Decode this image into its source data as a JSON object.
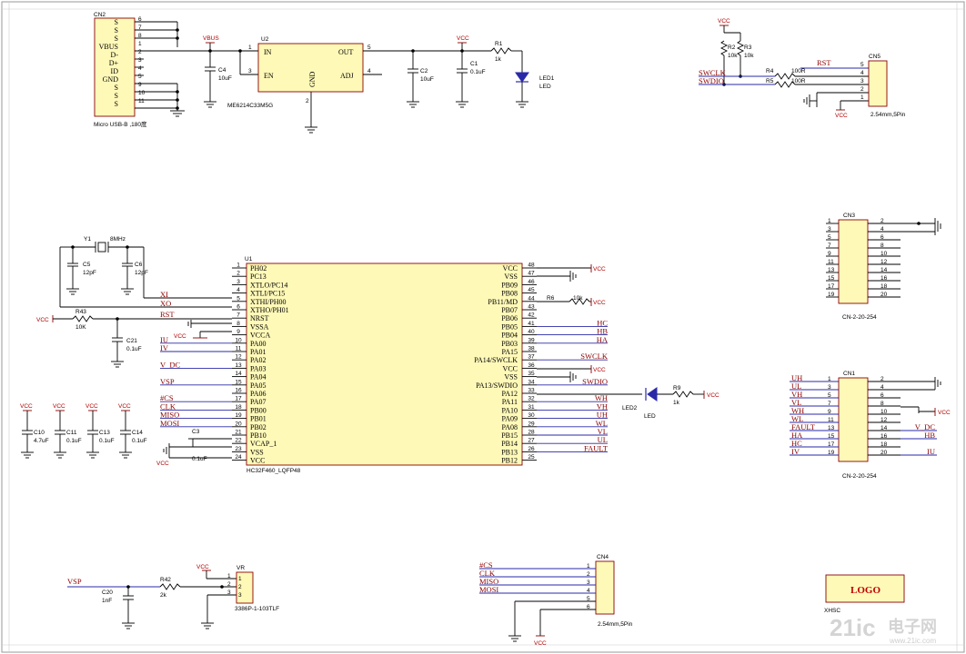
{
  "usb": {
    "ref": "CN2",
    "pins": [
      {
        "name": "S",
        "num": "6"
      },
      {
        "name": "S",
        "num": "7"
      },
      {
        "name": "S",
        "num": "8"
      },
      {
        "name": "VBUS",
        "num": "1"
      },
      {
        "name": "D-",
        "num": "2"
      },
      {
        "name": "D+",
        "num": "3"
      },
      {
        "name": "ID",
        "num": "4"
      },
      {
        "name": "GND",
        "num": "5"
      },
      {
        "name": "S",
        "num": "9"
      },
      {
        "name": "S",
        "num": "10"
      },
      {
        "name": "S",
        "num": "11"
      }
    ],
    "label": "Micro USB-B ,180度"
  },
  "ldo": {
    "ref": "U2",
    "part": "ME6214C33M5G",
    "pins_left": [
      {
        "name": "IN",
        "num": "1"
      },
      {
        "name": "EN",
        "num": "3"
      }
    ],
    "pins_right": [
      {
        "name": "OUT",
        "num": "5"
      },
      {
        "name": "ADJ",
        "num": "4"
      }
    ],
    "pin_bottom": {
      "name": "GND",
      "num": "2"
    }
  },
  "power_caps": {
    "c4": {
      "ref": "C4",
      "value": "10uF"
    },
    "c2": {
      "ref": "C2",
      "value": "10uF"
    },
    "c1": {
      "ref": "C1",
      "value": "0.1uF"
    }
  },
  "power_leds": {
    "r1": {
      "ref": "R1",
      "value": "1k"
    },
    "led1": {
      "ref": "LED1",
      "value": "LED"
    }
  },
  "net_vbus": "VBUS",
  "net_vcc": "VCC",
  "swd": {
    "r2": {
      "ref": "R2",
      "value": "10k"
    },
    "r3": {
      "ref": "R3",
      "value": "10k"
    },
    "r4": {
      "ref": "R4",
      "value": "100R"
    },
    "r5": {
      "ref": "R5",
      "value": "100R"
    },
    "swclk": "SWCLK",
    "swdio": "SWDIO",
    "rst": "RST",
    "header": {
      "ref": "CN5",
      "pins": [
        "5",
        "4",
        "3",
        "2",
        "1"
      ],
      "label": "2.54mm,5Pin"
    }
  },
  "crystal": {
    "ref": "Y1",
    "freq": "8MHz",
    "c5": {
      "ref": "C5",
      "value": "12pF"
    },
    "c6": {
      "ref": "C6",
      "value": "12pF"
    },
    "xi": "XI",
    "xo": "XO"
  },
  "reset": {
    "r43": {
      "ref": "R43",
      "value": "10K"
    },
    "c21": {
      "ref": "C21",
      "value": "0.1uF"
    },
    "rst": "RST"
  },
  "mcu": {
    "ref": "U1",
    "part": "HC32F460_LQFP48",
    "left_pins": [
      {
        "num": "1",
        "name": "PH02",
        "net": ""
      },
      {
        "num": "2",
        "name": "PC13",
        "net": ""
      },
      {
        "num": "3",
        "name": "XTLO/PC14",
        "net": ""
      },
      {
        "num": "4",
        "name": "XTLI/PC15",
        "net": ""
      },
      {
        "num": "5",
        "name": "XTHI/PH00",
        "net": "XI"
      },
      {
        "num": "6",
        "name": "XTHO/PH01",
        "net": "XO"
      },
      {
        "num": "7",
        "name": "NRST",
        "net": "RST"
      },
      {
        "num": "8",
        "name": "VSSA",
        "net": ""
      },
      {
        "num": "9",
        "name": "VCCA",
        "net": ""
      },
      {
        "num": "10",
        "name": "PA00",
        "net": "IU"
      },
      {
        "num": "11",
        "name": "PA01",
        "net": "IV"
      },
      {
        "num": "12",
        "name": "PA02",
        "net": ""
      },
      {
        "num": "13",
        "name": "PA03",
        "net": "V_DC"
      },
      {
        "num": "14",
        "name": "PA04",
        "net": ""
      },
      {
        "num": "15",
        "name": "PA05",
        "net": "VSP"
      },
      {
        "num": "16",
        "name": "PA06",
        "net": ""
      },
      {
        "num": "17",
        "name": "PA07",
        "net": "#CS"
      },
      {
        "num": "18",
        "name": "PB00",
        "net": "CLK"
      },
      {
        "num": "19",
        "name": "PB01",
        "net": "MISO"
      },
      {
        "num": "20",
        "name": "PB02",
        "net": "MOSI"
      },
      {
        "num": "21",
        "name": "PB10",
        "net": ""
      },
      {
        "num": "22",
        "name": "VCAP_1",
        "net": ""
      },
      {
        "num": "23",
        "name": "VSS",
        "net": ""
      },
      {
        "num": "24",
        "name": "VCC",
        "net": ""
      }
    ],
    "right_pins": [
      {
        "num": "48",
        "name": "VCC",
        "net": ""
      },
      {
        "num": "47",
        "name": "VSS",
        "net": ""
      },
      {
        "num": "46",
        "name": "PB09",
        "net": ""
      },
      {
        "num": "45",
        "name": "PB08",
        "net": ""
      },
      {
        "num": "44",
        "name": "PB11/MD",
        "net": ""
      },
      {
        "num": "43",
        "name": "PB07",
        "net": ""
      },
      {
        "num": "42",
        "name": "PB06",
        "net": ""
      },
      {
        "num": "41",
        "name": "PB05",
        "net": "HC"
      },
      {
        "num": "40",
        "name": "PB04",
        "net": "HB"
      },
      {
        "num": "39",
        "name": "PB03",
        "net": "HA"
      },
      {
        "num": "38",
        "name": "PA15",
        "net": ""
      },
      {
        "num": "37",
        "name": "PA14/SWCLK",
        "net": "SWCLK"
      },
      {
        "num": "36",
        "name": "VCC",
        "net": ""
      },
      {
        "num": "35",
        "name": "VSS",
        "net": ""
      },
      {
        "num": "34",
        "name": "PA13/SWDIO",
        "net": "SWDIO"
      },
      {
        "num": "33",
        "name": "PA12",
        "net": ""
      },
      {
        "num": "32",
        "name": "PA11",
        "net": "WH"
      },
      {
        "num": "31",
        "name": "PA10",
        "net": "VH"
      },
      {
        "num": "30",
        "name": "PA09",
        "net": "UH"
      },
      {
        "num": "29",
        "name": "PA08",
        "net": "WL"
      },
      {
        "num": "28",
        "name": "PB15",
        "net": "VL"
      },
      {
        "num": "27",
        "name": "PB14",
        "net": "UL"
      },
      {
        "num": "26",
        "name": "PB13",
        "net": "FAULT"
      },
      {
        "num": "25",
        "name": "PB12",
        "net": ""
      }
    ],
    "r6": {
      "ref": "R6",
      "value": "10k"
    },
    "c3": {
      "ref": "C3",
      "value": "0.1uF"
    }
  },
  "led2": {
    "r9": {
      "ref": "R9",
      "value": "1k"
    },
    "led": {
      "ref": "LED2",
      "value": "LED"
    }
  },
  "decoupling": [
    {
      "ref": "C10",
      "value": "4.7uF"
    },
    {
      "ref": "C11",
      "value": "0.1uF"
    },
    {
      "ref": "C13",
      "value": "0.1uF"
    },
    {
      "ref": "C14",
      "value": "0.1uF"
    }
  ],
  "cn3": {
    "ref": "CN3",
    "label": "CN-2-20-254",
    "odd": [
      "1",
      "3",
      "5",
      "7",
      "9",
      "11",
      "13",
      "15",
      "17",
      "19"
    ],
    "even": [
      "2",
      "4",
      "6",
      "8",
      "10",
      "12",
      "14",
      "16",
      "18",
      "20"
    ]
  },
  "cn1": {
    "ref": "CN1",
    "label": "CN-2-20-254",
    "odd": [
      "1",
      "3",
      "5",
      "7",
      "9",
      "11",
      "13",
      "15",
      "17",
      "19"
    ],
    "even": [
      "2",
      "4",
      "6",
      "8",
      "10",
      "12",
      "14",
      "16",
      "18",
      "20"
    ],
    "left_nets": [
      "UH",
      "UL",
      "VH",
      "VL",
      "WH",
      "WL",
      "FAULT",
      "HA",
      "HC",
      "IV"
    ],
    "right_nets": [
      "",
      "",
      "",
      "",
      "",
      "",
      "V_DC",
      "HB",
      "",
      "IU"
    ]
  },
  "pot": {
    "vsp": "VSP",
    "c20": {
      "ref": "C20",
      "value": "1nF"
    },
    "r42": {
      "ref": "R42",
      "value": "2k"
    },
    "vr": {
      "ref": "VR",
      "part": "3386P-1-103TLF",
      "pins": [
        "1",
        "2",
        "3"
      ]
    }
  },
  "cn4": {
    "ref": "CN4",
    "label": "2.54mm,5Pin",
    "pins": [
      "1",
      "2",
      "3",
      "4",
      "5",
      "6"
    ],
    "nets": [
      "#CS",
      "CLK",
      "MISO",
      "MOSI"
    ]
  },
  "logo": {
    "text": "LOGO",
    "label": "XHSC"
  },
  "watermark": {
    "brand": "21ic",
    "cn": "电子网",
    "url": "www.21ic.com"
  }
}
